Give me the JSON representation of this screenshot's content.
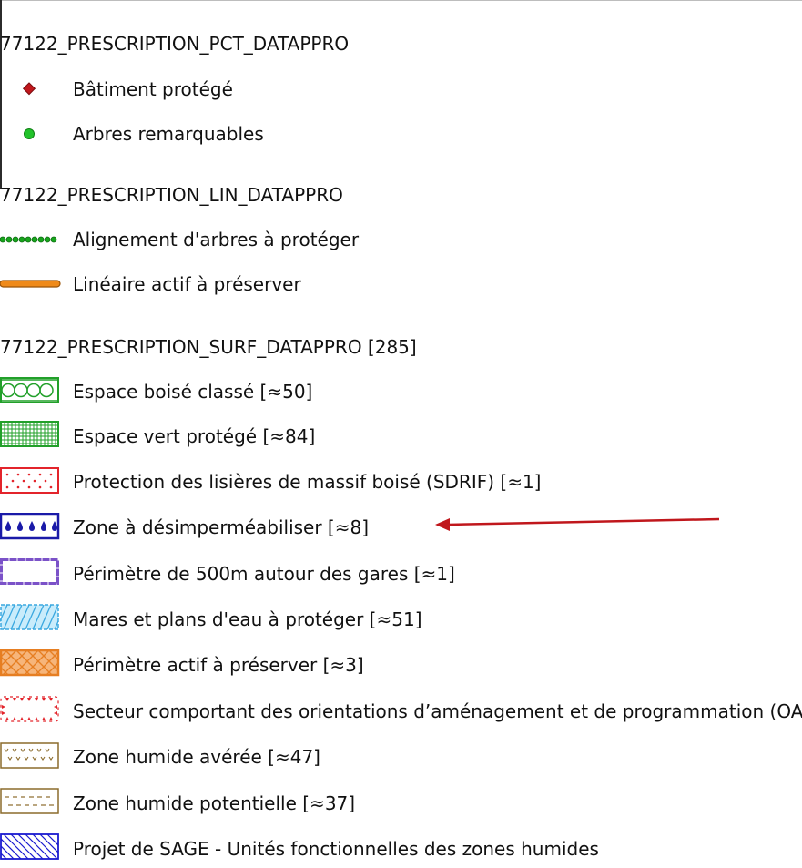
{
  "legend": {
    "groups": [
      {
        "title": "77122_PRESCRIPTION_PCT_DATAPPRO",
        "items": [
          {
            "label": "Bâtiment protégé",
            "symbol": "diamond-marker",
            "color": "#c0171c"
          },
          {
            "label": "Arbres remarquables",
            "symbol": "circle-marker",
            "color": "#22c22a"
          }
        ]
      },
      {
        "title": "77122_PRESCRIPTION_LIN_DATAPPRO",
        "items": [
          {
            "label": "Alignement d'arbres à protéger",
            "symbol": "dotted-line",
            "color": "#17a51c"
          },
          {
            "label": "Linéaire actif à préserver",
            "symbol": "solid-line",
            "color": "#ef8a1a"
          }
        ]
      },
      {
        "title": "77122_PRESCRIPTION_SURF_DATAPPRO [285]",
        "items": [
          {
            "label": "Espace boisé classé [≈50]",
            "symbol": "circle-hatch",
            "color": "#22a02a"
          },
          {
            "label": "Espace vert protégé [≈84]",
            "symbol": "grid-hatch",
            "color": "#22a02a"
          },
          {
            "label": "Protection des lisières de massif boisé (SDRIF) [≈1]",
            "symbol": "dot-hatch",
            "color": "#e3242b"
          },
          {
            "label": "Zone à désimperméabiliser [≈8]",
            "symbol": "drop-hatch",
            "color": "#1a1aa8"
          },
          {
            "label": "Périmètre de 500m autour des gares [≈1]",
            "symbol": "outline",
            "color": "#7b52c8"
          },
          {
            "label": "Mares et plans d'eau à protéger [≈51]",
            "symbol": "diagonal-fill",
            "color": "#3aa8e0"
          },
          {
            "label": "Périmètre actif à préserver [≈3]",
            "symbol": "diamond-hatch",
            "color": "#e67e22"
          },
          {
            "label": "Secteur comportant des orientations d’aménagement et de programmation (OAP)",
            "symbol": "triangle-outline",
            "color": "#e3242b"
          },
          {
            "label": "Zone humide avérée [≈47]",
            "symbol": "v-hatch",
            "color": "#8b6b2c"
          },
          {
            "label": "Zone humide potentielle [≈37]",
            "symbol": "dash-hatch",
            "color": "#8b6b2c"
          },
          {
            "label": "Projet de SAGE - Unités fonctionnelles des zones humides",
            "symbol": "diagonal-lines",
            "color": "#1a1ad0"
          }
        ]
      }
    ]
  },
  "annotation": {
    "arrow_color": "#c0171c",
    "arrow_target": "Zone à désimperméabiliser [≈8]"
  }
}
